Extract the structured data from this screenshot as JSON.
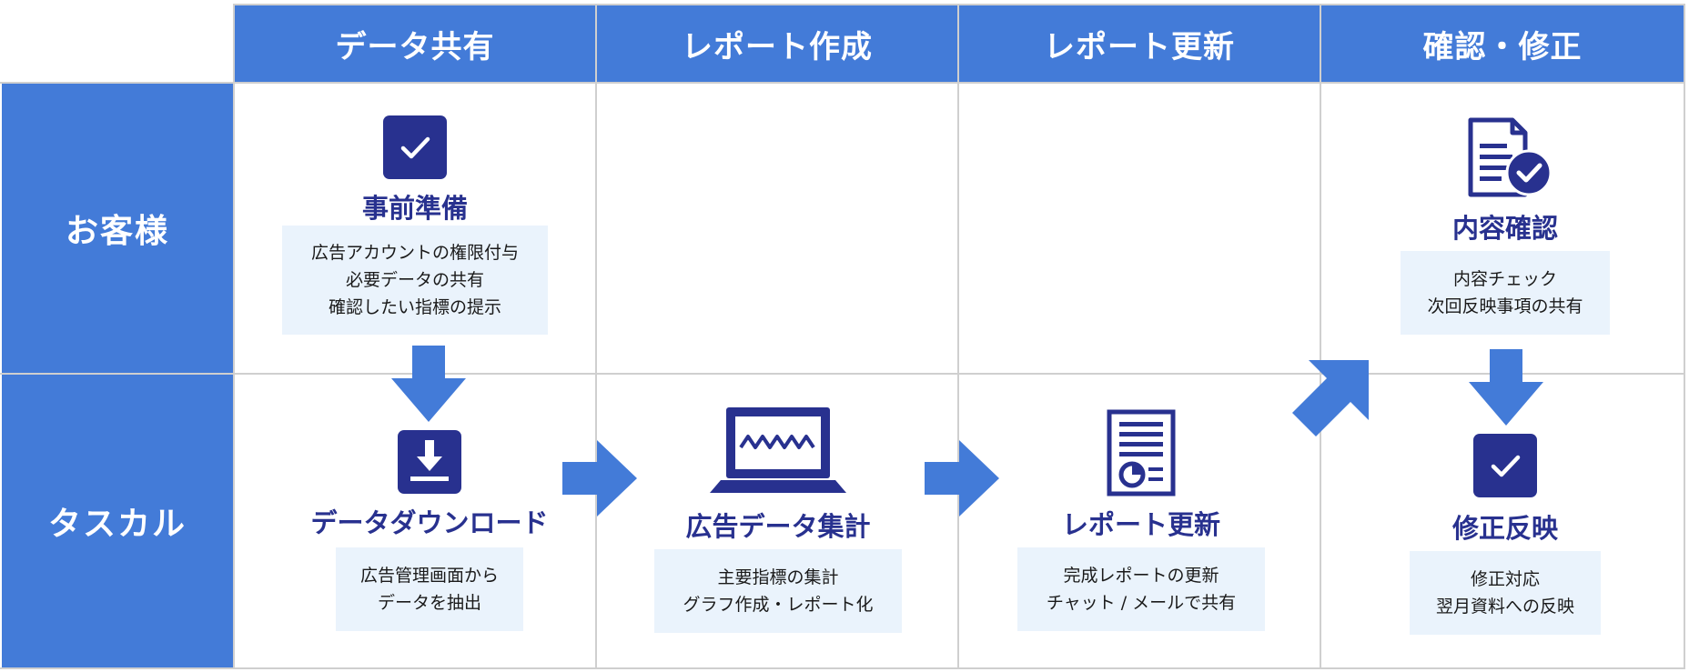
{
  "columns": [
    "データ共有",
    "レポート作成",
    "レポート更新",
    "確認・修正"
  ],
  "rows": [
    "お客様",
    "タスカル"
  ],
  "steps": [
    {
      "title": "事前準備",
      "lines": [
        "広告アカウントの権限付与",
        "必要データの共有",
        "確認したい指標の提示"
      ],
      "icon": "checkbox-icon"
    },
    {
      "title": "データダウンロード",
      "lines": [
        "広告管理画面から",
        "データを抽出"
      ],
      "icon": "download-icon"
    },
    {
      "title": "広告データ集計",
      "lines": [
        "主要指標の集計",
        "グラフ作成・レポート化"
      ],
      "icon": "laptop-chart-icon"
    },
    {
      "title": "レポート更新",
      "lines": [
        "完成レポートの更新",
        "チャット / メールで共有"
      ],
      "icon": "report-document-icon"
    },
    {
      "title": "内容確認",
      "lines": [
        "内容チェック",
        "次回反映事項の共有"
      ],
      "icon": "document-check-icon"
    },
    {
      "title": "修正反映",
      "lines": [
        "修正対応",
        "翌月資料への反映"
      ],
      "icon": "checkbox-icon"
    }
  ],
  "colors": {
    "header": "#437bd8",
    "accent": "#28318f",
    "arrow": "#437bd8",
    "desc_bg": "#eaf3fc",
    "grid": "#cfcfcf"
  }
}
